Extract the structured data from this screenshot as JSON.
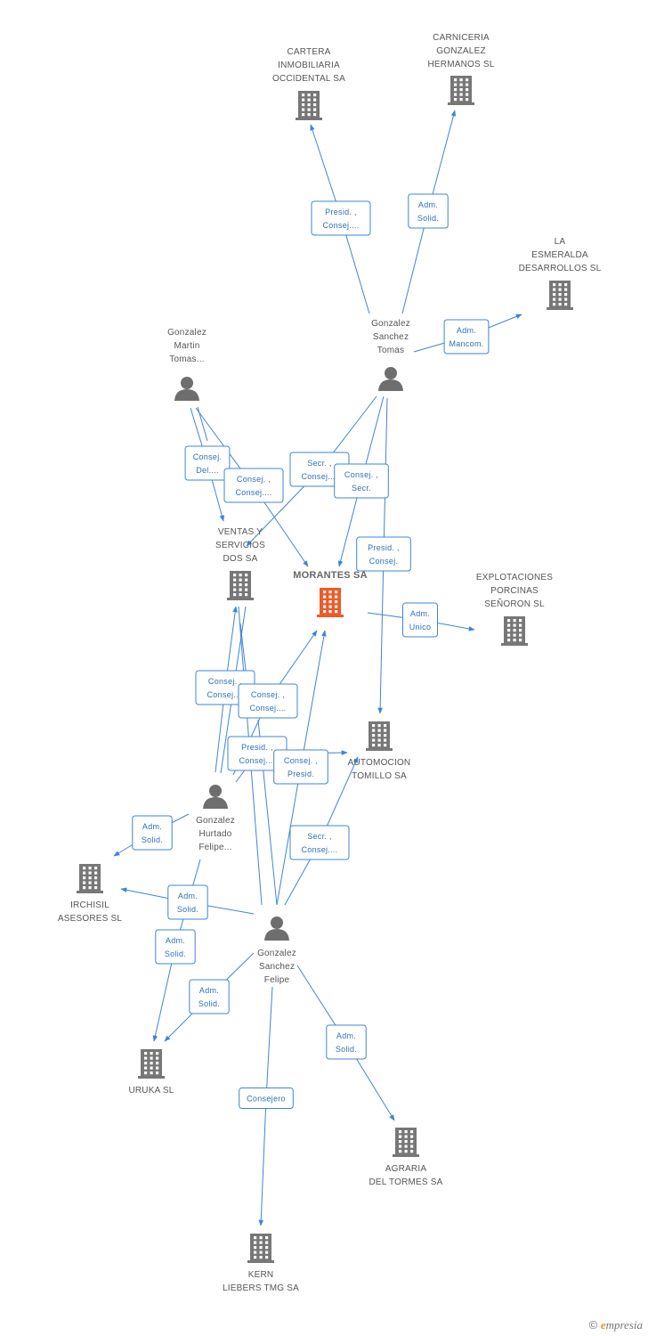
{
  "nodes": [
    {
      "id": "cartera",
      "type": "company",
      "label": [
        "CARTERA",
        "INMOBILIARIA",
        "OCCIDENTAL SA"
      ]
    },
    {
      "id": "carniceria",
      "type": "company",
      "label": [
        "CARNICERIA",
        "GONZALEZ",
        "HERMANOS SL"
      ]
    },
    {
      "id": "esmeralda",
      "type": "company",
      "label": [
        "LA",
        "ESMERALDA",
        "DESARROLLOS SL"
      ]
    },
    {
      "id": "gst",
      "type": "person",
      "label": [
        "Gonzalez",
        "Sanchez",
        "Tomas"
      ]
    },
    {
      "id": "gmt",
      "type": "person",
      "label": [
        "Gonzalez",
        "Martin",
        "Tomas..."
      ]
    },
    {
      "id": "ventas",
      "type": "company",
      "label": [
        "VENTAS Y",
        "SERVICIOS",
        "DOS SA"
      ]
    },
    {
      "id": "morantes",
      "type": "company",
      "focus": true,
      "label": [
        "MORANTES SA"
      ]
    },
    {
      "id": "explotaciones",
      "type": "company",
      "label": [
        "EXPLOTACIONES",
        "PORCINAS",
        "SEÑORON SL"
      ]
    },
    {
      "id": "automocion",
      "type": "company",
      "label": [
        "AUTOMOCION",
        "TOMILLO SA"
      ]
    },
    {
      "id": "ghf",
      "type": "person",
      "label": [
        "Gonzalez",
        "Hurtado",
        "Felipe..."
      ]
    },
    {
      "id": "irchisil",
      "type": "company",
      "label": [
        "IRCHISIL",
        "ASESORES SL"
      ]
    },
    {
      "id": "gsf",
      "type": "person",
      "label": [
        "Gonzalez",
        "Sanchez",
        "Felipe"
      ]
    },
    {
      "id": "uruka",
      "type": "company",
      "label": [
        "URUKA SL"
      ]
    },
    {
      "id": "agraria",
      "type": "company",
      "label": [
        "AGRARIA",
        "DEL TORMES SA"
      ]
    },
    {
      "id": "kern",
      "type": "company",
      "label": [
        "KERN",
        "LIEBERS TMG SA"
      ]
    }
  ],
  "edges": [
    {
      "id": "gst-cartera",
      "label": [
        "Presid. ,",
        "Consej...."
      ]
    },
    {
      "id": "gst-carniceria",
      "label": [
        "Adm.",
        "Solid."
      ]
    },
    {
      "id": "gst-esmeralda",
      "label": [
        "Adm.",
        "Mancom."
      ]
    },
    {
      "id": "gmt-ventas",
      "label": [
        "Consej.",
        "Del...."
      ]
    },
    {
      "id": "gmt-morantes",
      "label": [
        "Consej. ,",
        "Consej...."
      ]
    },
    {
      "id": "gst-ventas",
      "label": [
        "Secr. ,",
        "Consej...."
      ]
    },
    {
      "id": "gst-morantes",
      "label": [
        "Consej. ,",
        "Secr."
      ]
    },
    {
      "id": "gst-automocion",
      "label": [
        "Presid. ,",
        "Consej."
      ]
    },
    {
      "id": "morantes-explotaciones",
      "label": [
        "Adm.",
        "Unico"
      ]
    },
    {
      "id": "ghf-ventas",
      "label": [
        "Consej. ,",
        "Consej...."
      ]
    },
    {
      "id": "ghf-morantes",
      "label": [
        "Consej. ,",
        "Consej...."
      ]
    },
    {
      "id": "ghf-automocion",
      "label": [
        "Presid. ,",
        "Consej...."
      ]
    },
    {
      "id": "gsf-morantes",
      "label": [
        "Consej. ,",
        "Presid."
      ]
    },
    {
      "id": "ghf-irchisil",
      "label": [
        "Adm.",
        "Solid."
      ]
    },
    {
      "id": "gsf-automocion",
      "label": [
        "Secr. ,",
        "Consej...."
      ]
    },
    {
      "id": "gsf-irchisil",
      "label": [
        "Adm.",
        "Solid."
      ]
    },
    {
      "id": "ghf-uruka",
      "label": [
        "Adm.",
        "Solid."
      ]
    },
    {
      "id": "gsf-uruka",
      "label": [
        "Adm.",
        "Solid."
      ]
    },
    {
      "id": "gsf-agraria",
      "label": [
        "Adm.",
        "Solid."
      ]
    },
    {
      "id": "gsf-kern",
      "label": [
        "Consejero"
      ]
    }
  ],
  "copyright": {
    "symbol": "©",
    "brand_initial": "e",
    "brand_rest": "mpresia"
  },
  "colors": {
    "edge": "#3f84d6",
    "focus": "#f05a28",
    "icon": "#777777"
  }
}
